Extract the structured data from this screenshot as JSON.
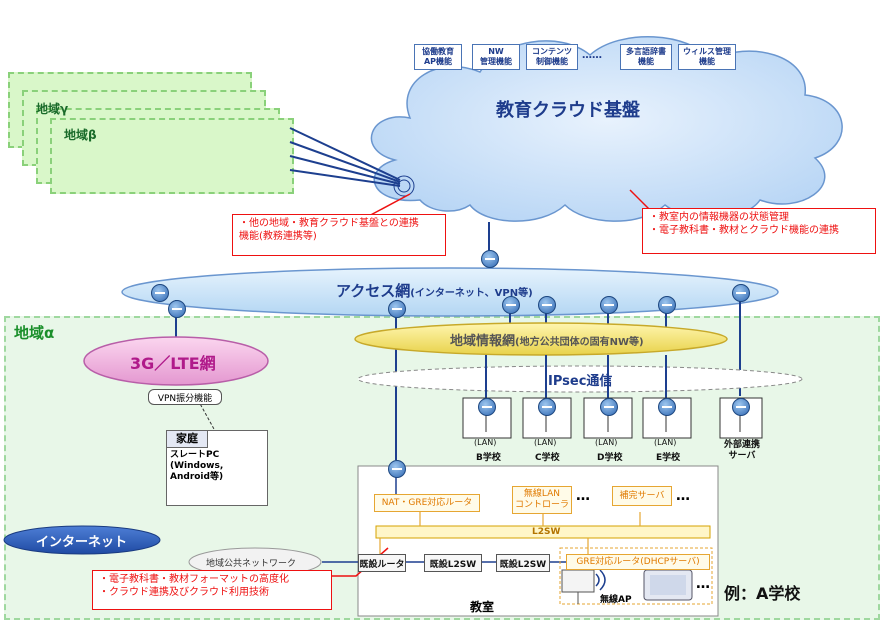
{
  "region_alpha": {
    "label": "地域α"
  },
  "region_gamma": {
    "label": "地域γ"
  },
  "region_beta": {
    "label": "地域β"
  },
  "cloud": {
    "title": "教育クラウド基盤",
    "boxes": [
      "協働教育\nAP機能",
      "NW\n管理機能",
      "コンテンツ\n制御機能",
      "多言語辞書\n機能",
      "ウィルス管理\n機能"
    ],
    "ellipsis": "……"
  },
  "callouts": {
    "left": "・他の地域・教育クラウド基盤との連携\n機能(教務連携等)",
    "right": "・教室内の情報機器の状態管理\n・電子教科書・教材とクラウド機能の連携",
    "bottom": "・電子教科書・教材フォーマットの高度化\n・クラウド連携及びクラウド利用技術"
  },
  "access_net": {
    "label": "アクセス網",
    "sub": "(インターネット、VPN等)"
  },
  "regional_net": {
    "label": "地域情報網",
    "sub": "(地方公共団体の固有NW等)"
  },
  "ipsec": {
    "label": "IPsec通信"
  },
  "mobile_net": {
    "label": "3G／LTE網",
    "vpn_label": "VPN振分機能"
  },
  "home": {
    "label": "家庭",
    "device": "スレートPC\n(Windows,\nAndroid等)"
  },
  "schools": [
    {
      "lan": "(LAN)",
      "label": "B学校"
    },
    {
      "lan": "(LAN)",
      "label": "C学校"
    },
    {
      "lan": "(LAN)",
      "label": "D学校"
    },
    {
      "lan": "(LAN)",
      "label": "E学校"
    },
    {
      "lan": "",
      "label": "外部連携\nサーバ"
    }
  ],
  "school_a": {
    "nat_router": "NAT・GRE対応ルータ",
    "wlan_ctrl": "無線LAN\nコントローラ",
    "aux_server": "補完サーバ",
    "l2sw": "L2SW",
    "existing_router": "既設ルータ",
    "existing_l2sw_1": "既設L2SW",
    "existing_l2sw_2": "既設L2SW",
    "gre_router": "GRE対応ルータ(DHCPサーバ)",
    "wireless_ap": "無線AP",
    "classroom": "教室",
    "example_label": "例：A学校",
    "ellipsis": "…"
  },
  "internet": {
    "label": "インターネット"
  },
  "local_gov_net": {
    "label": "地域公共ネットワーク"
  }
}
